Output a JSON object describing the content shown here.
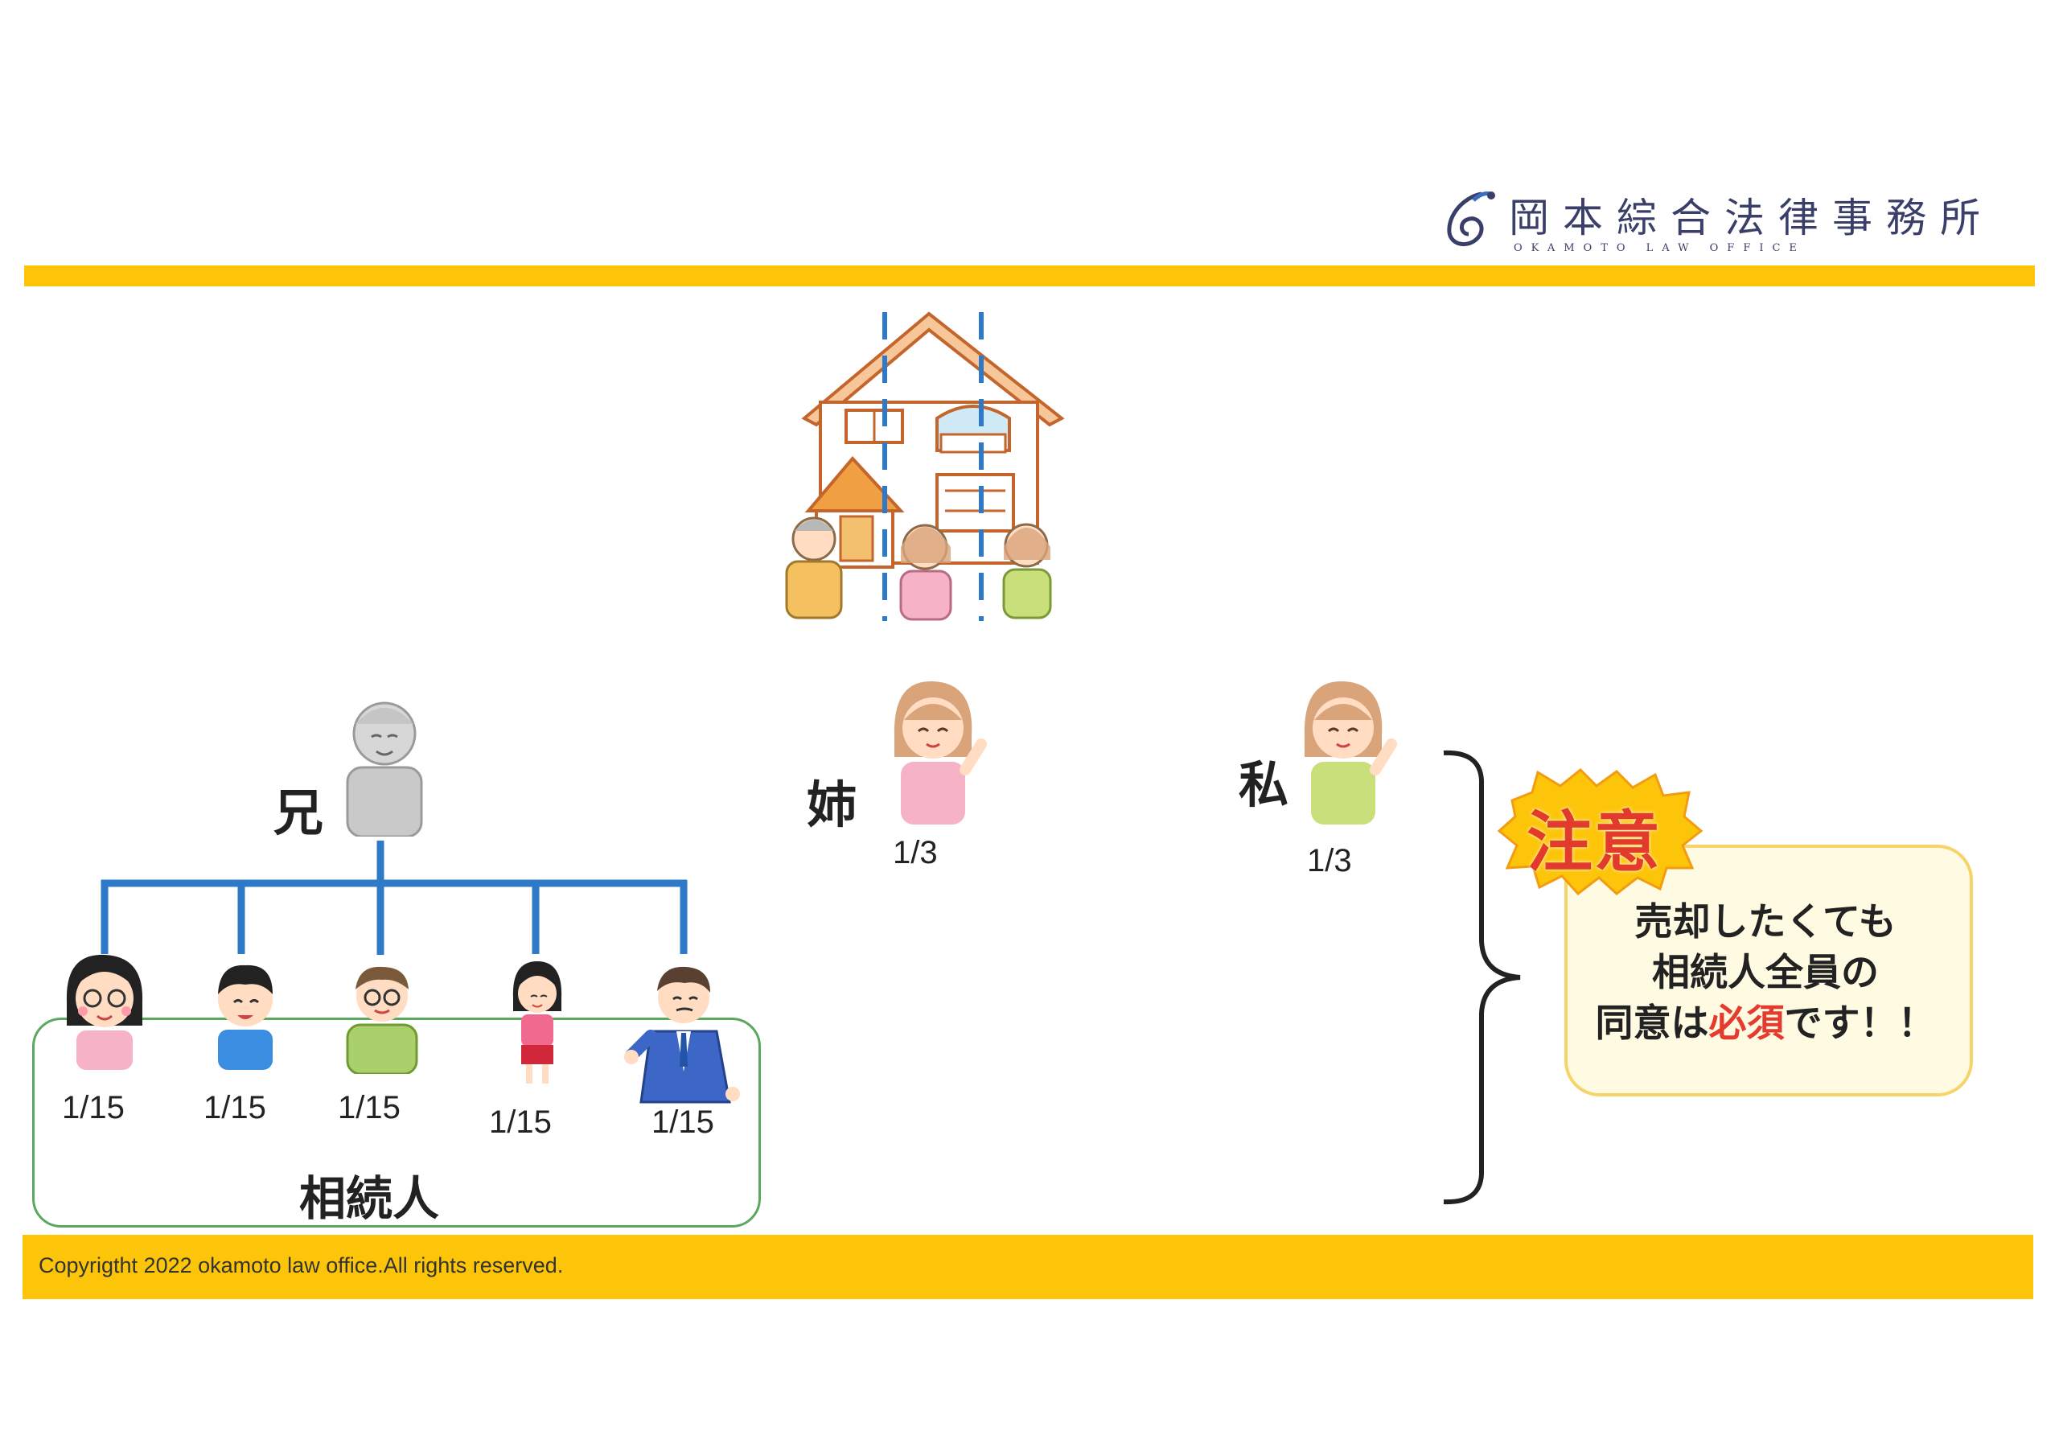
{
  "logo": {
    "title": "岡本綜合法律事務所",
    "subtitle": "OKAMOTO LAW OFFICE"
  },
  "colors": {
    "accent_bar": "#fdc50a",
    "connector_line": "#2f79c9",
    "heirs_border": "#5aa85e",
    "note_bg": "#fffbe3",
    "note_border": "#f6d46a",
    "warning_red": "#e53a2e"
  },
  "family": {
    "brother": {
      "label": "兄",
      "icon": "elderly-man-icon"
    },
    "sister": {
      "label": "姉",
      "share": "1/3",
      "icon": "woman-waving-icon"
    },
    "me": {
      "label": "私",
      "share": "1/3",
      "icon": "woman-waving-icon"
    },
    "heirs_group_label": "相続人",
    "heirs": [
      {
        "share": "1/15",
        "icon": "girl-glasses-icon"
      },
      {
        "share": "1/15",
        "icon": "boy-icon"
      },
      {
        "share": "1/15",
        "icon": "man-glasses-icon"
      },
      {
        "share": "1/15",
        "icon": "small-girl-icon"
      },
      {
        "share": "1/15",
        "icon": "businessman-icon"
      }
    ]
  },
  "house": {
    "icon": "house-with-family-icon"
  },
  "notice": {
    "badge": "注意",
    "line1": "売却したくても",
    "line2": "相続人全員の",
    "line3_pre": "同意は",
    "line3_highlight": "必須",
    "line3_post": "です！！"
  },
  "footer": {
    "copyright": "Copyrigtht 2022 okamoto law office.All rights reserved."
  }
}
